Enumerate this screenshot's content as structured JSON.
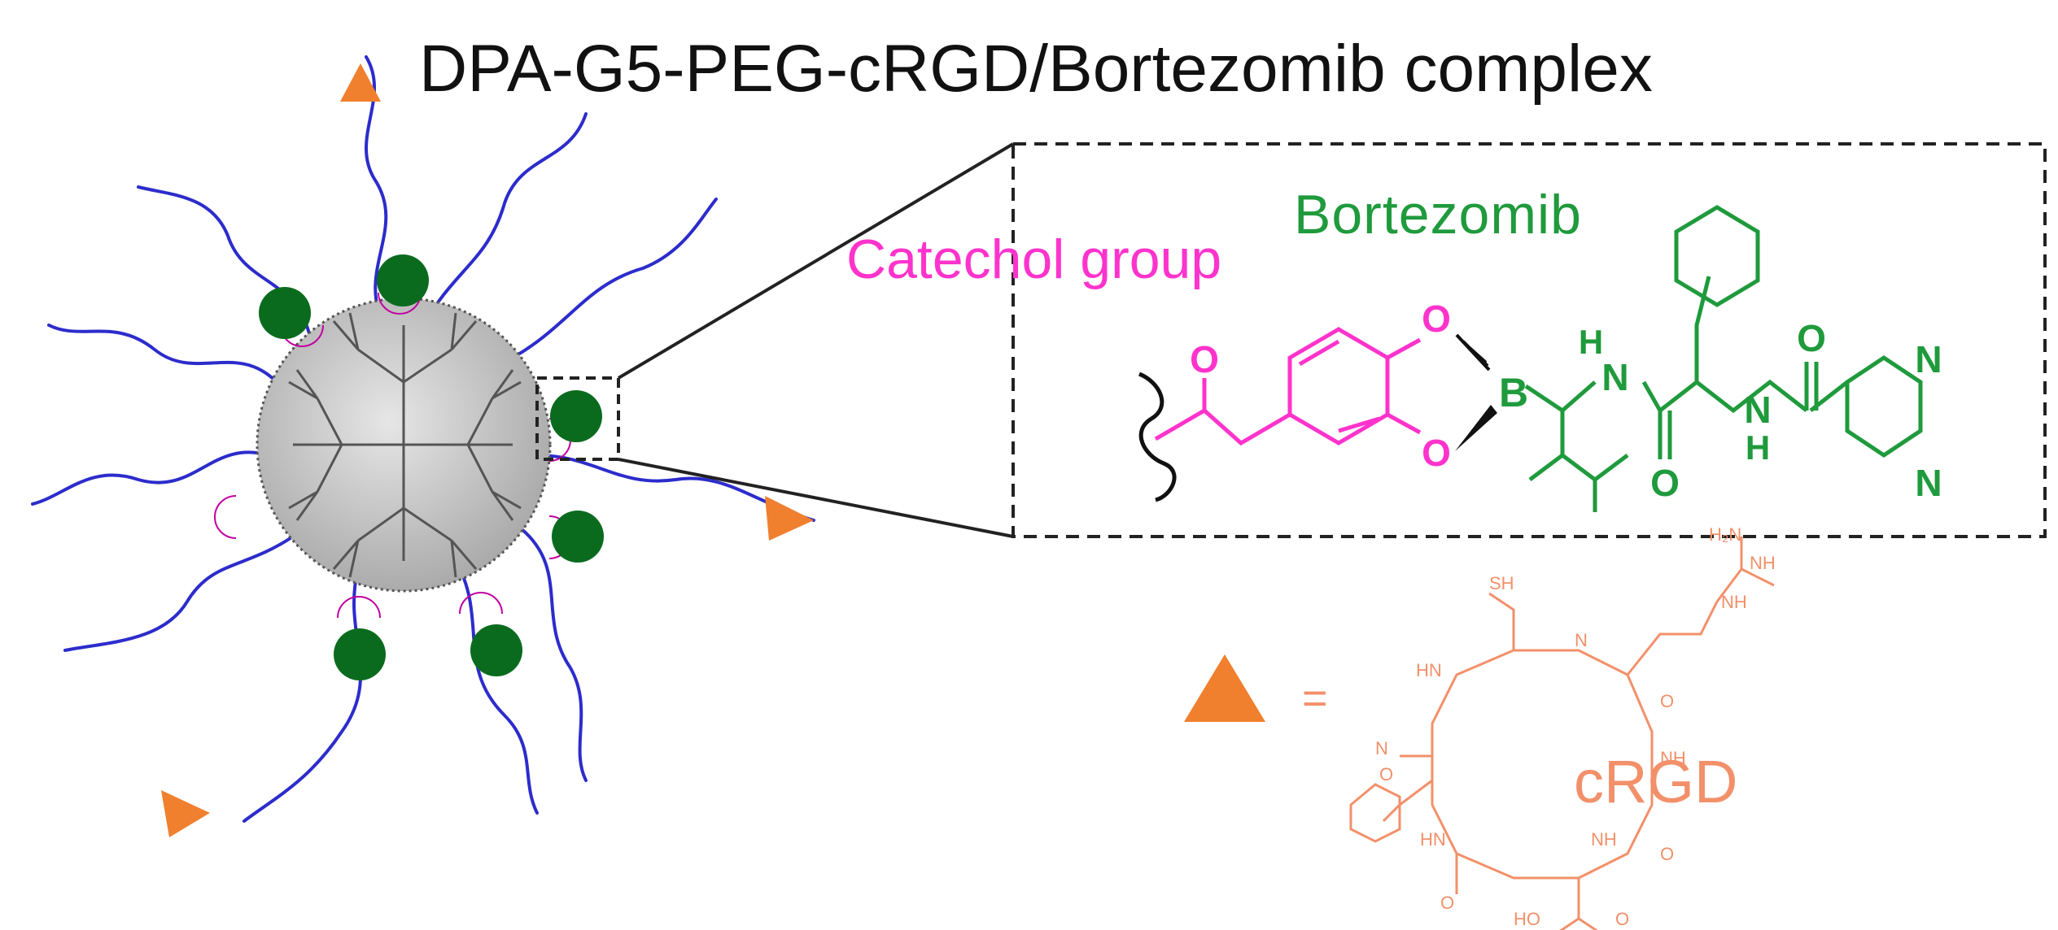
{
  "title": "DPA-G5-PEG-cRGD/Bortezomib complex",
  "labels": {
    "bortezomib": "Bortezomib",
    "catechol": "Catechol group",
    "crgd": "cRGD",
    "equals": "="
  },
  "structure_atoms": {
    "catechol": [
      "O",
      "O",
      "O"
    ],
    "bortezomib": [
      "B",
      "H",
      "N",
      "O",
      "N",
      "H",
      "O",
      "N",
      "N"
    ],
    "crgd": [
      "SH",
      "H₂N",
      "NH",
      "NH",
      "HN",
      "N",
      "O",
      "N",
      "NH",
      "O",
      "HN",
      "NH",
      "O",
      "O",
      "HO",
      "O"
    ]
  },
  "colors": {
    "chain": "#2c2ccc",
    "cargo": "#0a6b1e",
    "catechol": "#ff33cc",
    "ligand": "#f07f2e",
    "bortezomib_text": "#1f9a3c",
    "crgd_structure": "#f2906a",
    "core": "#c7c7c7",
    "outline": "#222222"
  }
}
